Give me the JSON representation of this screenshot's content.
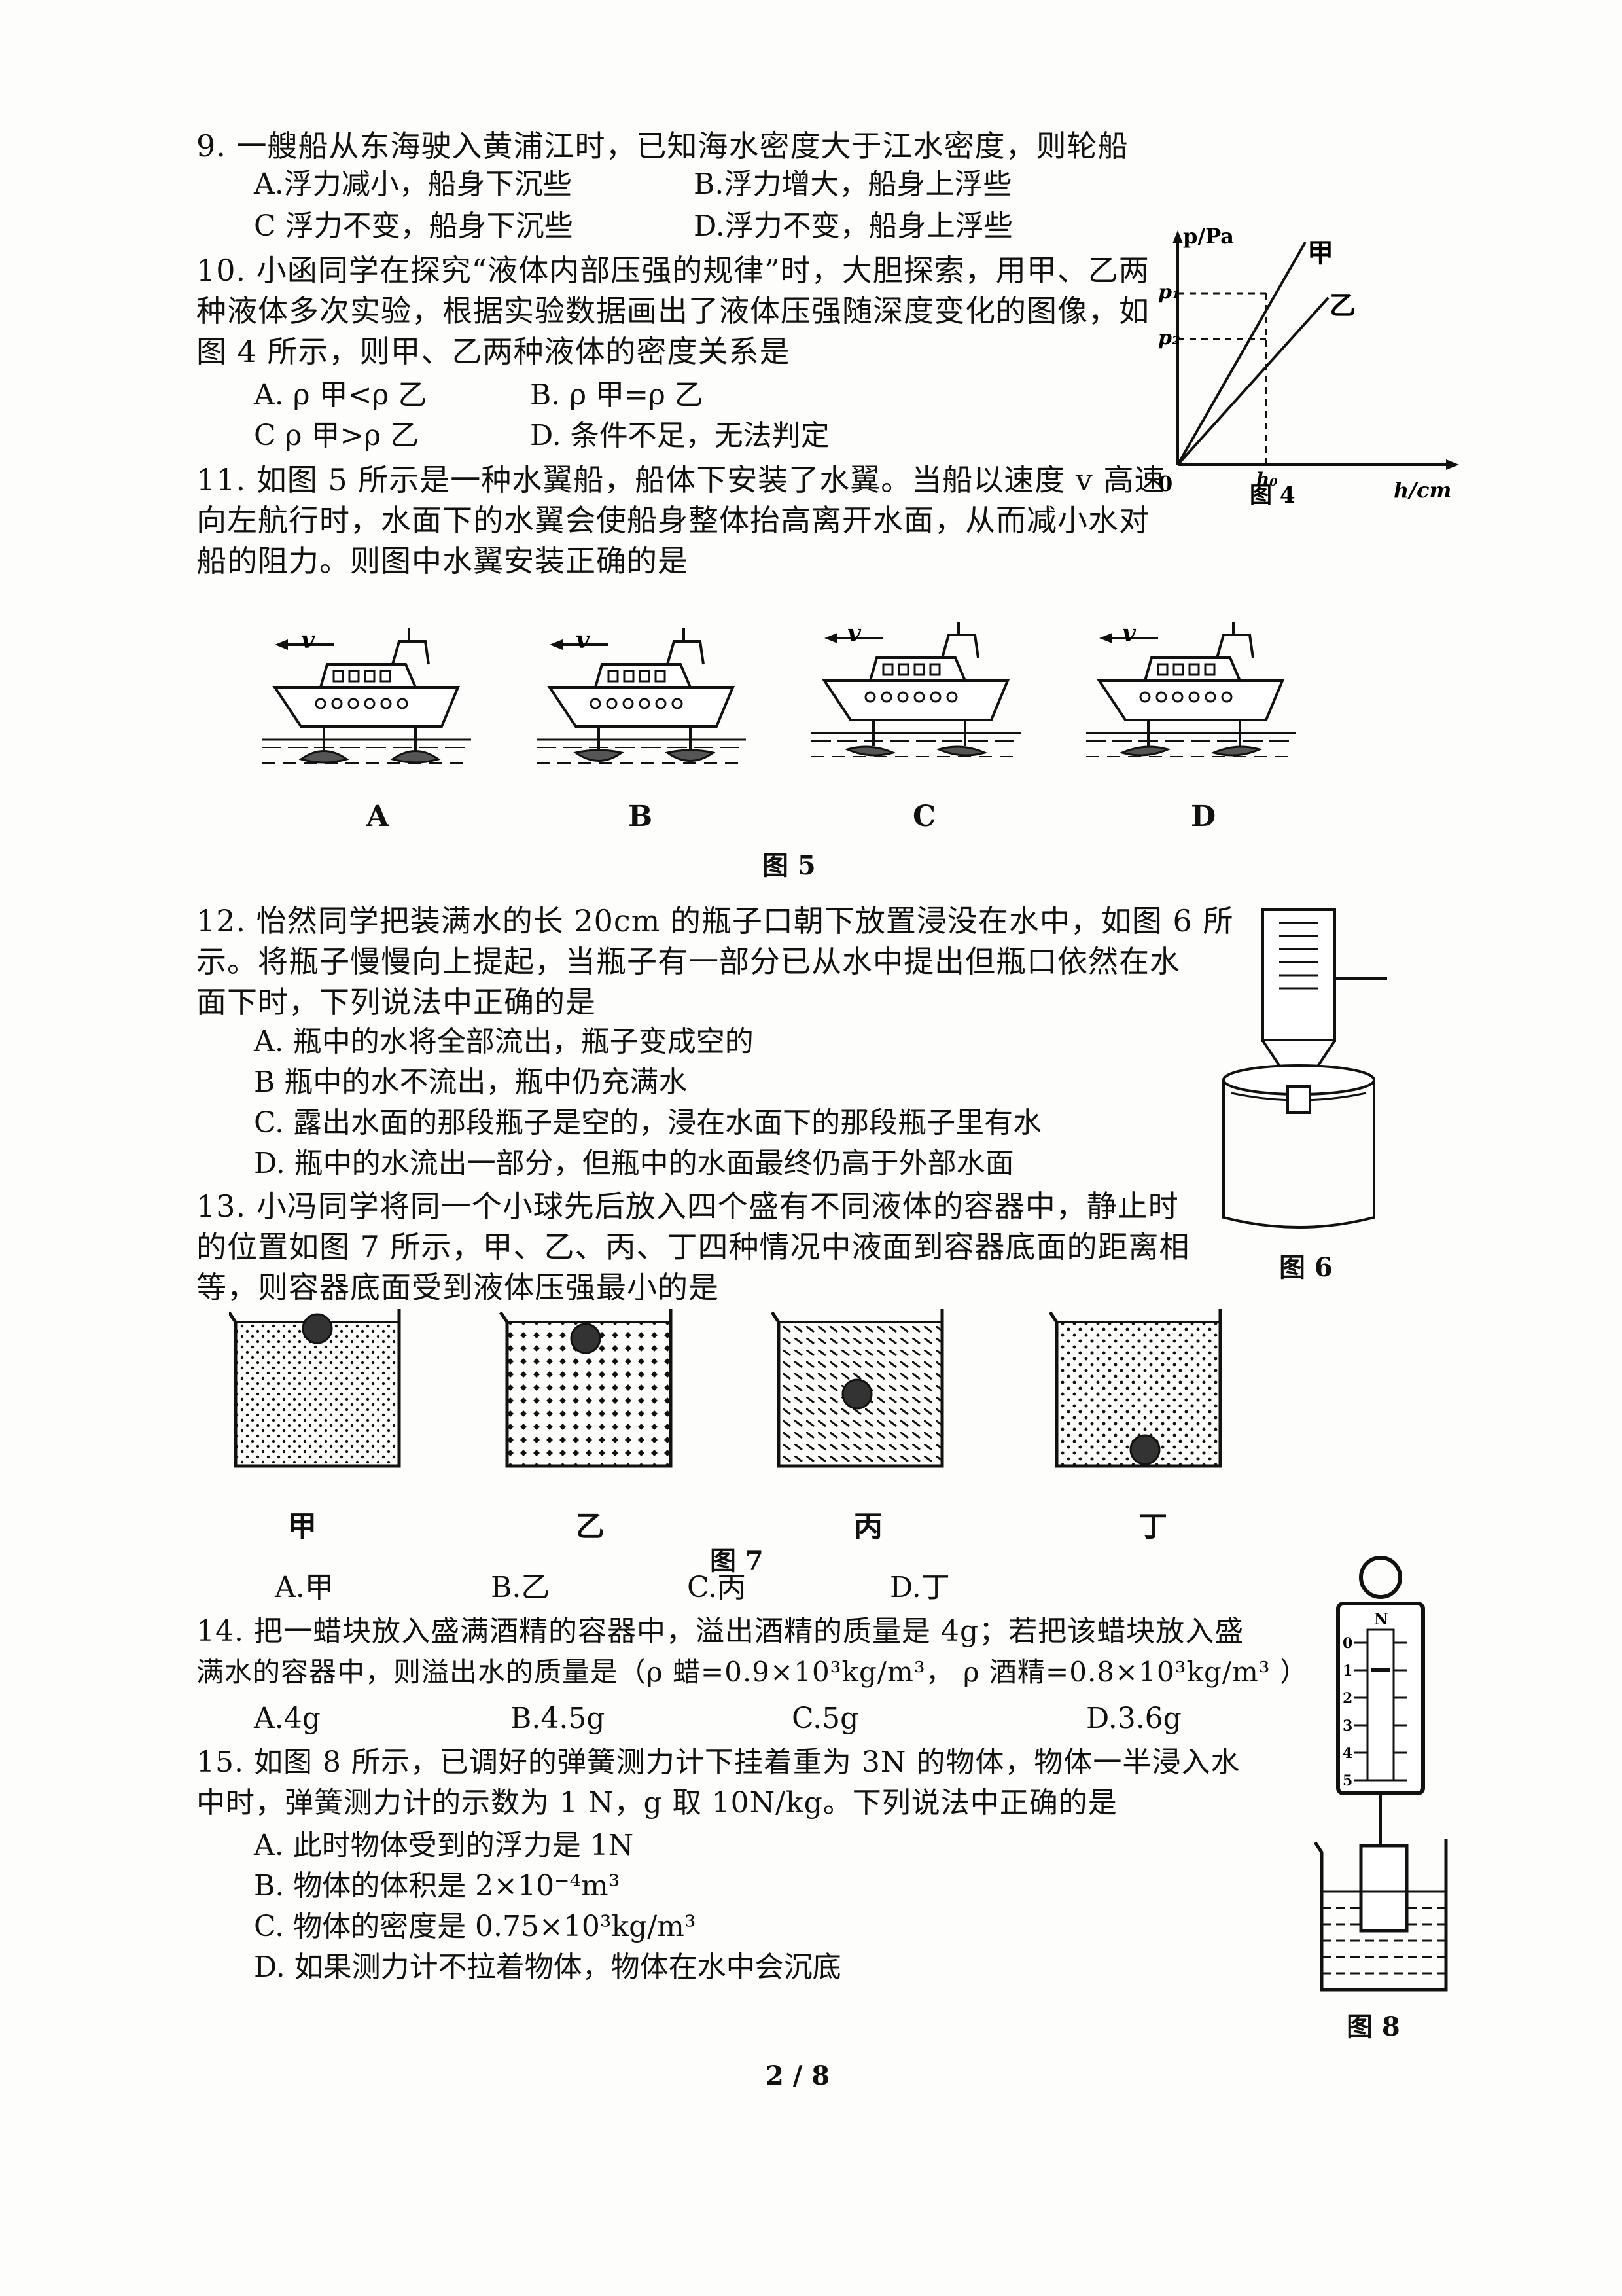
{
  "q9": {
    "stem": "9.  一艘船从东海驶入黄浦江时，已知海水密度大于江水密度，则轮船",
    "a": "A.浮力减小，船身下沉些",
    "b": "B.浮力增大，船身上浮些",
    "c": "C 浮力不变，船身下沉些",
    "d": "D.浮力不变，船身上浮些"
  },
  "q10": {
    "l1": "10.  小函同学在探究“液体内部压强的规律”时，大胆探索，用甲、乙两",
    "l2": "种液体多次实验，根据实验数据画出了液体压强随深度变化的图像，如",
    "l3": "图 4 所示，则甲、乙两种液体的密度关系是",
    "a": "A.  ρ 甲<ρ 乙",
    "b": "B.  ρ 甲=ρ 乙",
    "c": "C  ρ 甲>ρ 乙",
    "d": "D.  条件不足，无法判定",
    "fig": {
      "y_axis": "p/Pa",
      "x_axis": "h/cm",
      "origin": "0",
      "p1": "p₁",
      "p2": "p₂",
      "h0": "h₀",
      "jia": "甲",
      "yi": "乙",
      "caption": "图 4"
    }
  },
  "q11": {
    "l1": "11.  如图 5 所示是一种水翼船，船体下安装了水翼。当船以速度 v 高速",
    "l2": "向左航行时，水面下的水翼会使船身整体抬高离开水面，从而减小水对",
    "l3": "船的阻力。则图中水翼安装正确的是",
    "speed": "v",
    "labels": [
      "A",
      "B",
      "C",
      "D"
    ],
    "caption": "图 5"
  },
  "q12": {
    "l1": "12.  怡然同学把装满水的长 20cm 的瓶子口朝下放置浸没在水中，如图 6 所",
    "l2": "示。将瓶子慢慢向上提起，当瓶子有一部分已从水中提出但瓶口依然在水",
    "l3": "面下时，下列说法中正确的是",
    "a": "A.  瓶中的水将全部流出，瓶子变成空的",
    "b": "B   瓶中的水不流出，瓶中仍充满水",
    "c": "C.  露出水面的那段瓶子是空的，浸在水面下的那段瓶子里有水",
    "d": "D.  瓶中的水流出一部分，但瓶中的水面最终仍高于外部水面",
    "caption": "图 6"
  },
  "q13": {
    "l1": "13.  小冯同学将同一个小球先后放入四个盛有不同液体的容器中，静止时",
    "l2": "的位置如图 7 所示，甲、乙、丙、丁四种情况中液面到容器底面的距离相",
    "l3": "等，则容器底面受到液体压强最小的是",
    "labels": [
      "甲",
      "乙",
      "丙",
      "丁"
    ],
    "caption": "图 7",
    "a": "A.甲",
    "b": "B.乙",
    "c": "C.丙",
    "d": "D.丁"
  },
  "q14": {
    "l1": "14.  把一蜡块放入盛满酒精的容器中，溢出酒精的质量是 4g；若把该蜡块放入盛",
    "l2": "满水的容器中，则溢出水的质量是（ρ 蜡=0.9×10³kg/m³， ρ 酒精=0.8×10³kg/m³ ）",
    "a": "A.4g",
    "b": "B.4.5g",
    "c": "C.5g",
    "d": "D.3.6g"
  },
  "q15": {
    "l1": "15.  如图 8 所示，已调好的弹簧测力计下挂着重为 3N 的物体，物体一半浸入水",
    "l2": "中时，弹簧测力计的示数为 1 N，g 取 10N/kg。下列说法中正确的是",
    "a": "A.  此时物体受到的浮力是 1N",
    "b": "B.  物体的体积是 2×10⁻⁴m³",
    "c": "C.  物体的密度是 0.75×10³kg/m³",
    "d": "D.  如果测力计不拉着物体，物体在水中会沉底",
    "gauge_unit": "N",
    "gauge_ticks": [
      "0",
      "1",
      "2",
      "3",
      "4",
      "5"
    ],
    "caption": "图 8"
  },
  "footer": {
    "page": "2 / 8"
  }
}
